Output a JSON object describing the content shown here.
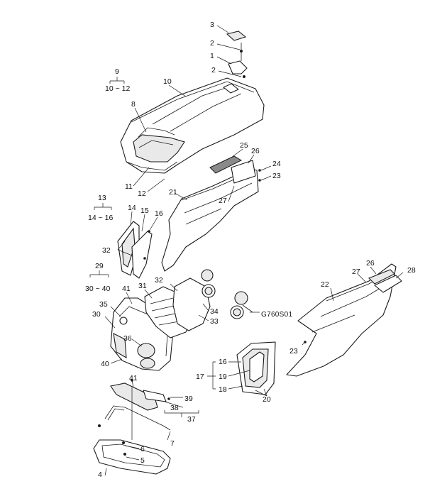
{
  "drawing_code": "G760S01",
  "callouts": {
    "c1": "1",
    "c2a": "2",
    "c2b": "2",
    "c3": "3",
    "c4": "4",
    "c5": "5",
    "c6": "6",
    "c7": "7",
    "c8": "8",
    "c9": "9",
    "c10": "10",
    "c11": "11",
    "c12": "12",
    "c13": "13",
    "c14": "14",
    "c15": "15",
    "c16a": "16",
    "c16b": "16",
    "c17": "17",
    "c18": "18",
    "c19": "19",
    "c20": "20",
    "c21": "21",
    "c22": "22",
    "c23a": "23",
    "c23b": "23",
    "c24": "24",
    "c25": "25",
    "c26a": "26",
    "c26b": "26",
    "c27a": "27",
    "c27b": "27",
    "c28": "28",
    "c29": "29",
    "c30": "30",
    "c31": "31",
    "c32a": "32",
    "c32b": "32",
    "c33": "33",
    "c34": "34",
    "c35": "35",
    "c36": "36",
    "c37": "37",
    "c38": "38",
    "c39": "39",
    "c40": "40",
    "c41a": "41",
    "c41b": "41"
  },
  "ranges": {
    "r10_12": "10 ~ 12",
    "r14_16": "14 ~ 16",
    "r30_40": "30 ~ 40"
  }
}
